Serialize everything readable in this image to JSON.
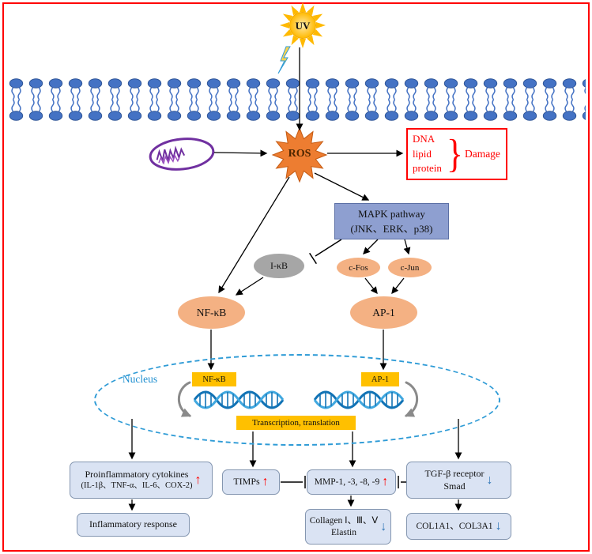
{
  "colors": {
    "frame_red": "#FF0000",
    "membrane_blue": "#4472C4",
    "ros_orange": "#ED7D31",
    "node_orange": "#F4B183",
    "node_gray": "#A6A6A6",
    "mapk_blue": "#8E9FD0",
    "gene_yellow": "#FFC000",
    "nucleus_blue": "#2E9BD6",
    "output_box_fill": "#DAE3F3",
    "output_box_border": "#8496B0",
    "up_arrow_red": "#FF0000",
    "down_arrow_blue": "#2E75B6",
    "mitochondrion_purple": "#7030A0",
    "sun_yellow": "#FFB900"
  },
  "labels": {
    "uv": "UV",
    "ros": "ROS",
    "nucleus": "Nucleus"
  },
  "damage_box": {
    "items": [
      "DNA",
      "lipid",
      "protein"
    ],
    "brace": "}",
    "label": "Damage"
  },
  "mapk_box": {
    "line1": "MAPK pathway",
    "line2": "(JNK、ERK、p38)"
  },
  "nodes": {
    "ikb": "I-κB",
    "cfos": "c-Fos",
    "cjun": "c-Jun",
    "nfkb": "NF-κB",
    "ap1": "AP-1"
  },
  "nucleus": {
    "nfkb_gene": "NF-κB",
    "ap1_gene": "AP-1",
    "transcription": "Transcription, translation"
  },
  "outputs": {
    "cytokines_line1": "Proinflammatory cytokines",
    "cytokines_line2": "(IL-1β、TNF-α、IL-6、COX-2)",
    "up_arrow": "↑",
    "down_arrow": "↓",
    "inflammatory": "Inflammatory response",
    "timps": "TIMPs",
    "mmp": "MMP-1, -3, -8, -9",
    "tgf_line1": "TGF-β receptor",
    "tgf_line2": "Smad",
    "collagen_line1": "Collagen Ⅰ、Ⅲ、Ⅴ",
    "collagen_line2": "Elastin",
    "col_genes": "COL1A1、COL3A1"
  }
}
